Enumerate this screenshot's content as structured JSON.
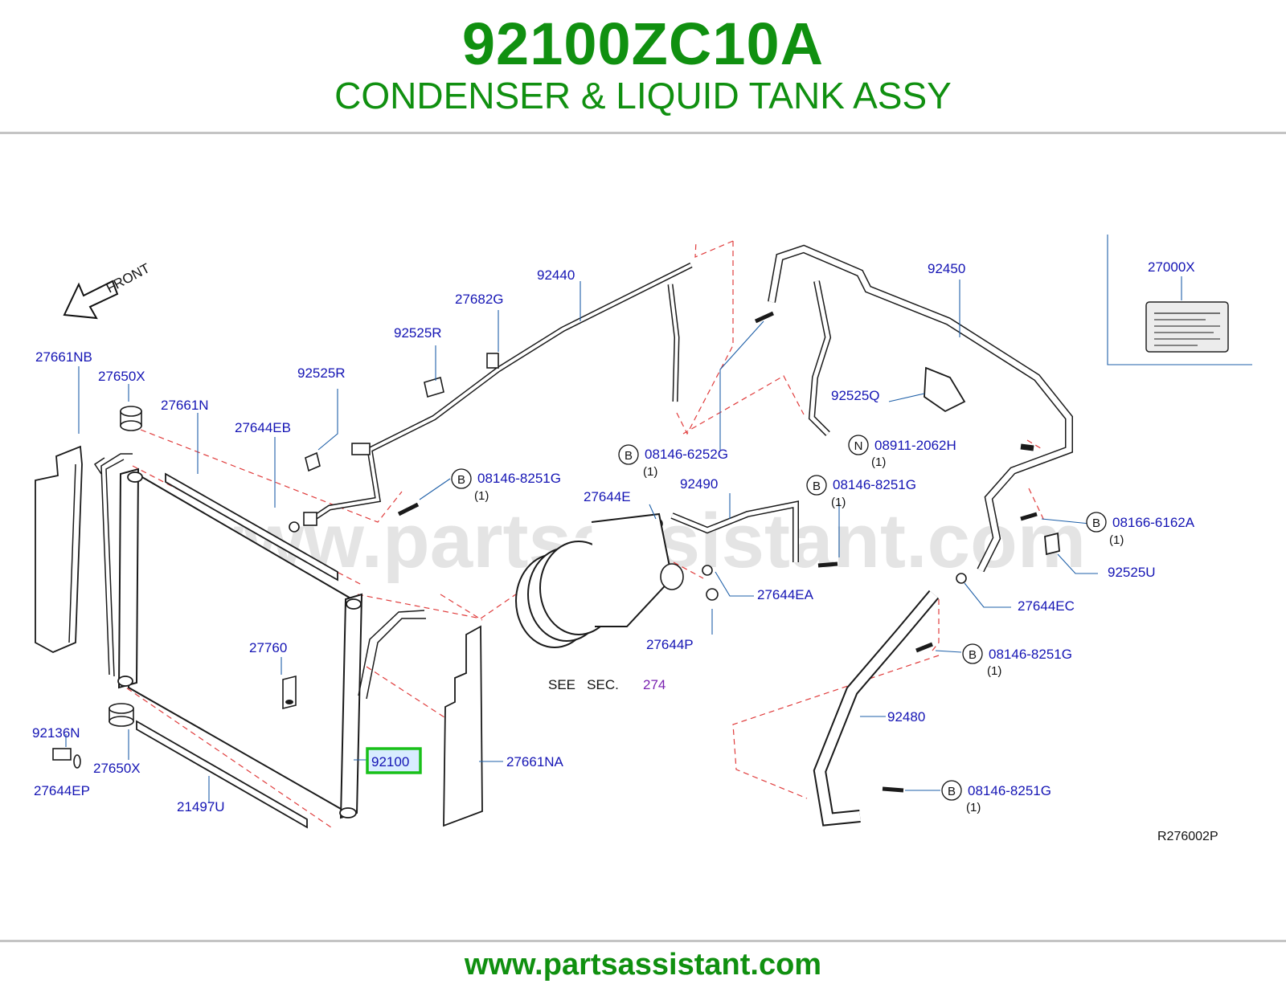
{
  "header": {
    "part_number": "92100ZC10A",
    "part_title": "CONDENSER & LIQUID TANK ASSY"
  },
  "diagram": {
    "front_label": "FRONT",
    "watermark": "www.partsassistant.com",
    "see_sec_label": "SEE   SEC.",
    "see_sec_number": "274",
    "ref_code": "R276002P",
    "highlighted_part": "92100",
    "labels": {
      "p27661NB": "27661NB",
      "p27650X_top": "27650X",
      "p27661N": "27661N",
      "p92525R_a": "92525R",
      "p92525R_b": "92525R",
      "p27682G": "27682G",
      "p92440": "92440",
      "p27644EB": "27644EB",
      "p08146_8251G_a": "08146-8251G",
      "p08146_6252G": "08146-6252G",
      "p27644E": "27644E",
      "p92490": "92490",
      "p08146_8251G_b": "08146-8251G",
      "p92450": "92450",
      "p27000X": "27000X",
      "p92525Q": "92525Q",
      "p08911_2062H": "08911-2062H",
      "p08166_6162A": "08166-6162A",
      "p92525U": "92525U",
      "p27644EC": "27644EC",
      "p27644EA": "27644EA",
      "p27644P": "27644P",
      "p08146_8251G_c": "08146-8251G",
      "p92480": "92480",
      "p08146_8251G_d": "08146-8251G",
      "p27760": "27760",
      "p92136N": "92136N",
      "p27650X_bottom": "27650X",
      "p27644EP": "27644EP",
      "p21497U": "21497U",
      "p27661NA": "27661NA",
      "p92100": "92100"
    },
    "markers": {
      "b": "B",
      "n": "N"
    },
    "quantity": "(1)"
  },
  "footer": {
    "url": "www.partsassistant.com"
  },
  "colors": {
    "header_green": "#109010",
    "label_blue": "#1414b4",
    "dashed_red": "#e03c3c",
    "highlight_green": "#19c019",
    "highlight_fill": "#d8ecff"
  }
}
